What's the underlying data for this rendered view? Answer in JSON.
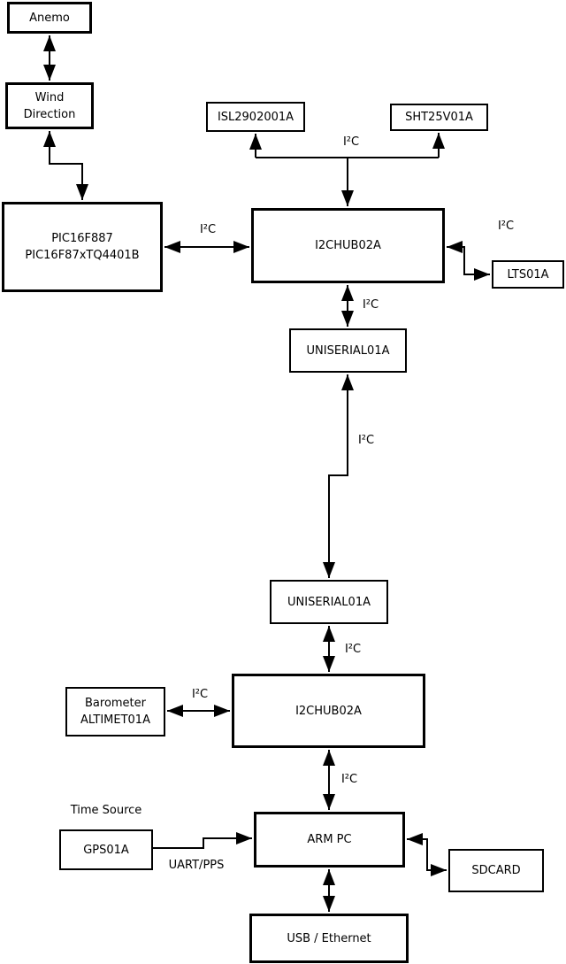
{
  "diagram": {
    "colors": {
      "background": "#ffffff",
      "line": "#000000",
      "box_fill": "#ffffff"
    },
    "nodes": {
      "anemo": {
        "label": "Anemo"
      },
      "wind_direction": {
        "line1": "Wind",
        "line2": "Direction"
      },
      "pic": {
        "line1": "PIC16F887",
        "line2": "PIC16F87xTQ4401B"
      },
      "isl2902001a": {
        "label": "ISL2902001A"
      },
      "sht25v01a": {
        "label": "SHT25V01A"
      },
      "i2chub_top": {
        "label": "I2CHUB02A"
      },
      "lts01a": {
        "label": "LTS01A"
      },
      "uniserial_top": {
        "label": "UNISERIAL01A"
      },
      "uniserial_bottom": {
        "label": "UNISERIAL01A"
      },
      "barometer": {
        "line1": "Barometer",
        "line2": "ALTIMET01A"
      },
      "i2chub_bottom": {
        "label": "I2CHUB02A"
      },
      "gps01a": {
        "label": "GPS01A"
      },
      "arm_pc": {
        "label": "ARM PC"
      },
      "sdcard": {
        "label": "SDCARD"
      },
      "usb_ethernet": {
        "label": "USB / Ethernet"
      }
    },
    "labels": {
      "i2c_pic_hub": "I²C",
      "i2c_sensor_bus": "I²C",
      "i2c_lts": "I²C",
      "i2c_hub_uniserial": "I²C",
      "i2c_uniserial_link": "I²C",
      "i2c_uniserial_hub2": "I²C",
      "i2c_barometer": "I²C",
      "i2c_hub2_arm": "I²C",
      "time_source": "Time Source",
      "uart_pps": "UART/PPS"
    }
  }
}
